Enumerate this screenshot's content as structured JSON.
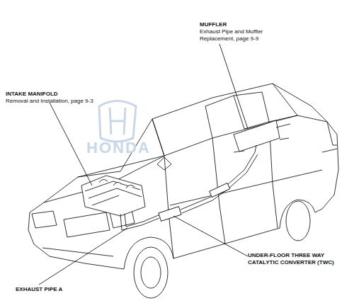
{
  "diagram": {
    "labels": [
      "INTAKE MANIFOLD",
      "Removal and Installation, page 9-3",
      "MUFFLER",
      "Exhaust Pipe and Muffler Replacement, page 9-9",
      "UNDER-FLOOR THREE WAY CATALYTIC CONVERTER (TWC)",
      "EXHAUST PIPE A",
      "HONDA"
    ]
  }
}
